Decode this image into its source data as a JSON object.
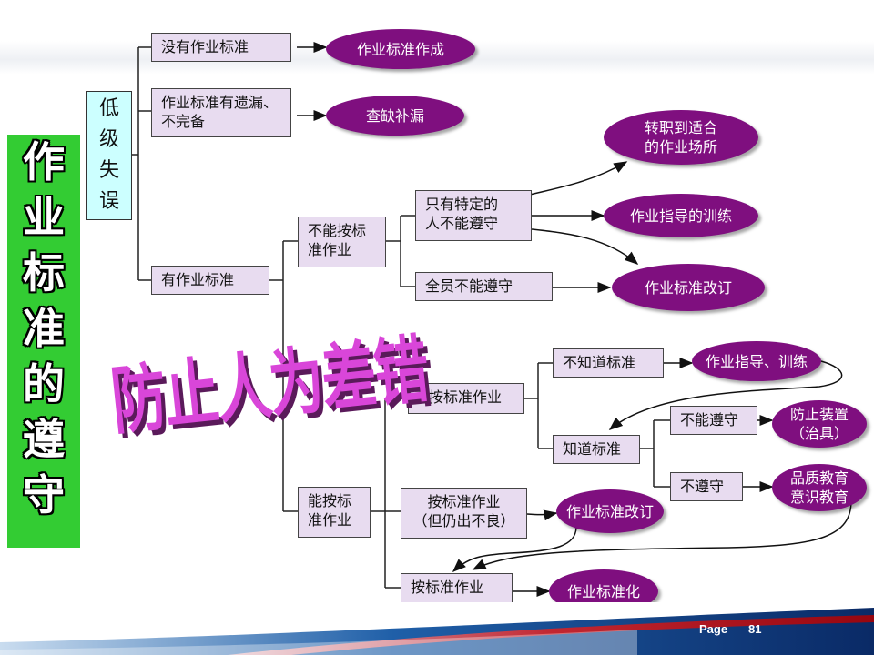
{
  "title": [
    "作",
    "业",
    "标",
    "准",
    "的",
    "遵",
    "守"
  ],
  "category": [
    "低",
    "级",
    "失",
    "误"
  ],
  "boxes": {
    "no_standard": "没有作业标准",
    "incomplete_line1": "作业标准有遗漏、",
    "incomplete_line2": "不完备",
    "has_standard": "有作业标准",
    "cannot_follow_line1": "不能按标",
    "cannot_follow_line2": "准作业",
    "specific_people_line1": "只有特定的",
    "specific_people_line2": "人不能遵守",
    "all_staff": "全员不能遵守",
    "not_follow": "不按标准作业",
    "dont_know": "不知道标准",
    "know": "知道标准",
    "cannot_comply": "不能遵守",
    "not_comply": "不遵守",
    "can_follow_line1": "能按标",
    "can_follow_line2": "准作业",
    "follow_defect_line1": "按标准作业",
    "follow_defect_line2": "（但仍出不良）",
    "follow_ok": "按标准作业"
  },
  "ovals": {
    "create_standard": "作业标准作成",
    "fill_gaps": "查缺补漏",
    "transfer_line1": "转职到适合",
    "transfer_line2": "的作业场所",
    "training": "作业指导的训练",
    "revise1": "作业标准改订",
    "guide_training": "作业指导、训练",
    "prevent_line1": "防止装置",
    "prevent_line2": "（治具）",
    "quality_line1": "品质教育",
    "quality_line2": "意识教育",
    "revise2": "作业标准改订",
    "standardize": "作业标准化"
  },
  "watermark": "防止人为差错",
  "footer": {
    "page_label": "Page",
    "page_number": "81"
  },
  "colors": {
    "title_bg": "#33cc33",
    "oval": "#7f0f7f",
    "box": "#e8dcf0",
    "category_bg": "#ccffff",
    "watermark": "#d946d9"
  }
}
